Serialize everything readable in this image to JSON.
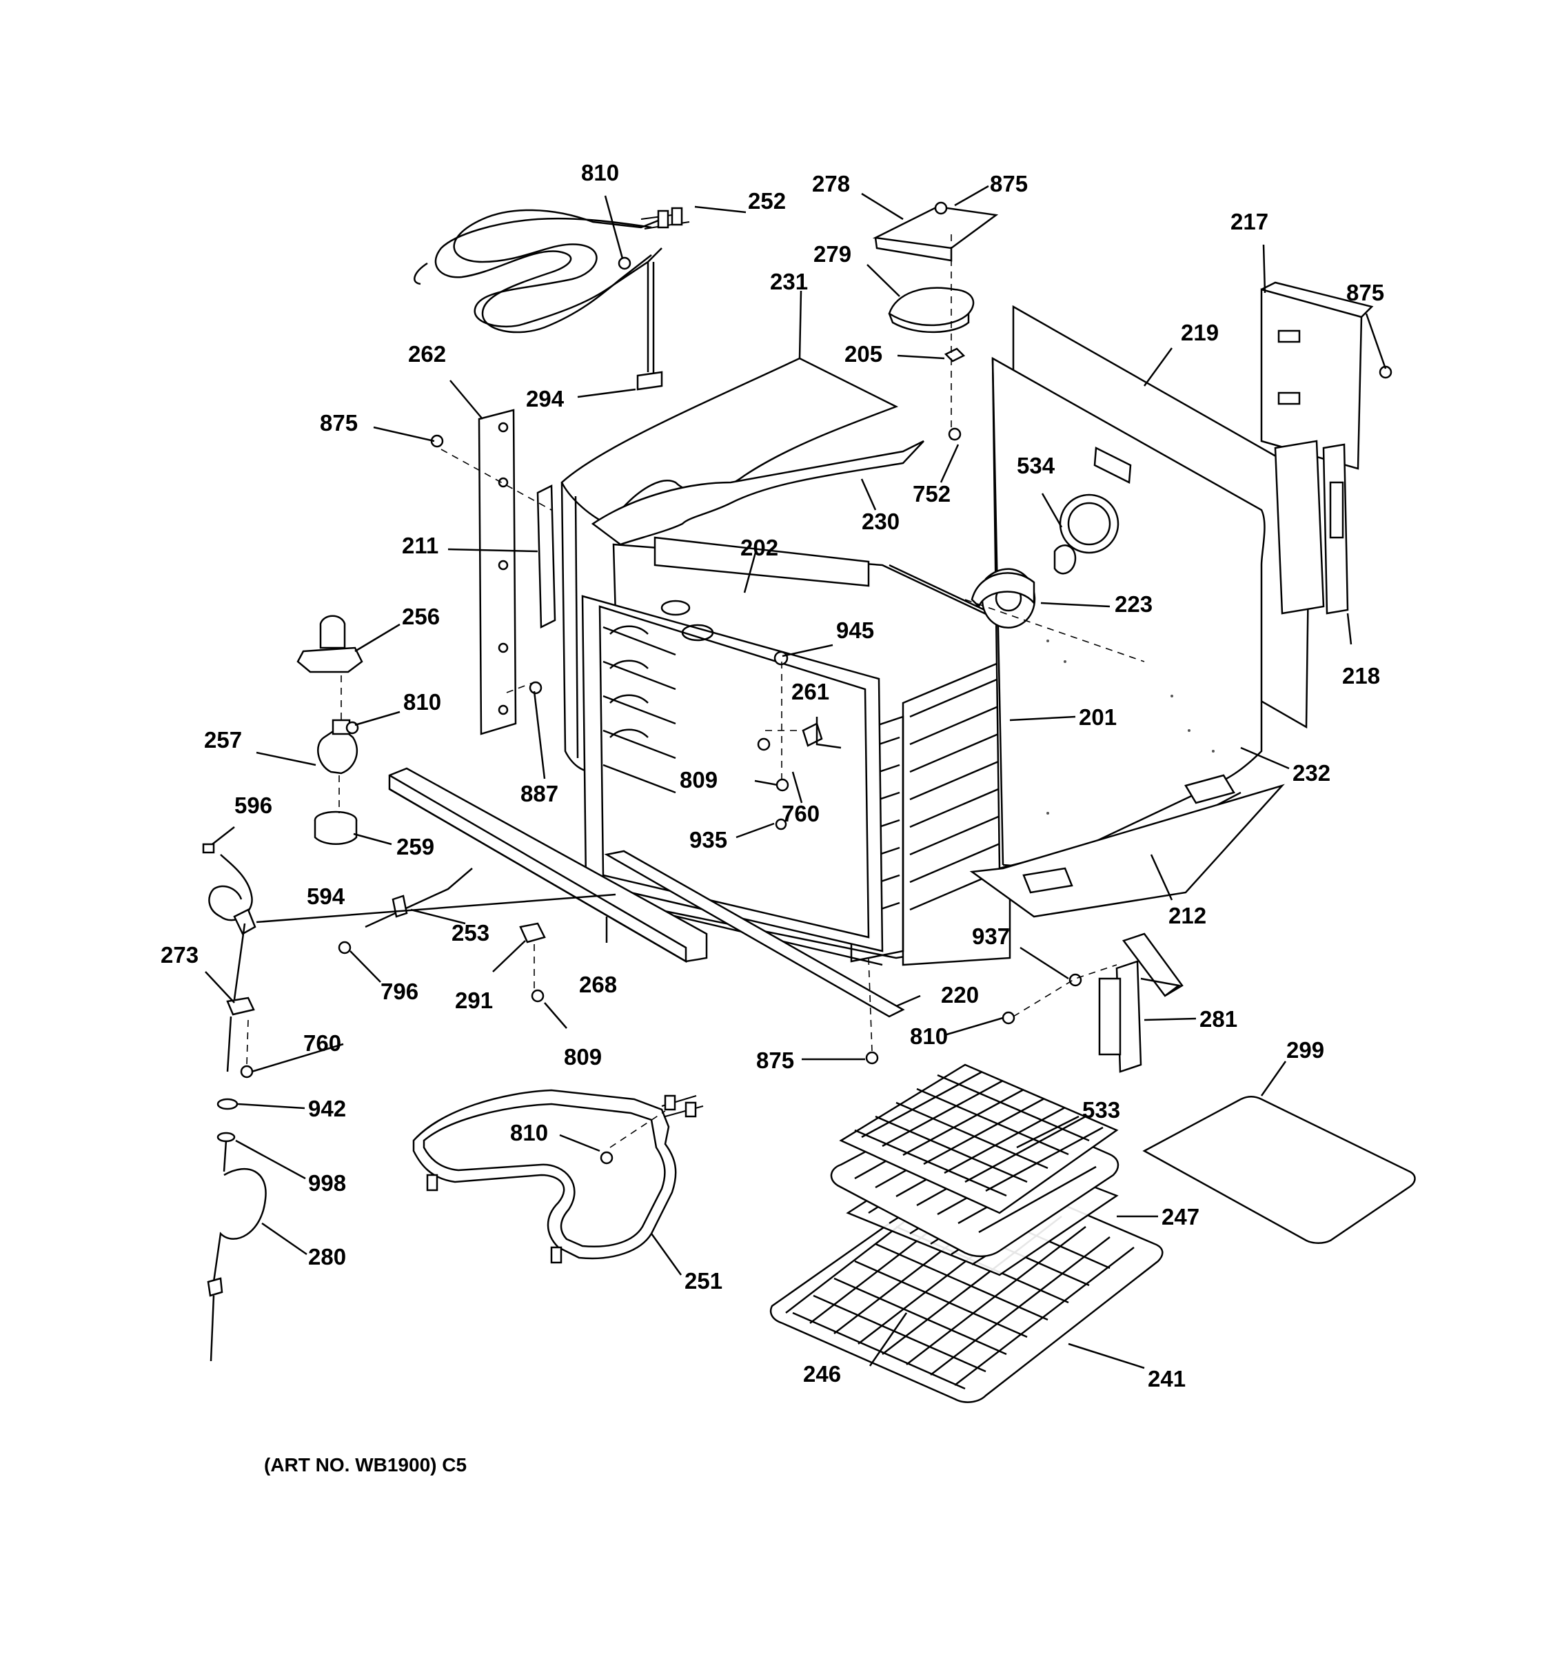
{
  "diagram": {
    "caption": "(ART NO. WB1900) C5",
    "callouts": {
      "c810_top": "810",
      "c252": "252",
      "c278": "278",
      "c875_top": "875",
      "c217": "217",
      "c279": "279",
      "c231": "231",
      "c875_right": "875",
      "c262": "262",
      "c205": "205",
      "c219": "219",
      "c294": "294",
      "c875_left": "875",
      "c752": "752",
      "c534": "534",
      "c230": "230",
      "c211": "211",
      "c202": "202",
      "c256": "256",
      "c945": "945",
      "c223": "223",
      "c218": "218",
      "c810_mid": "810",
      "c261": "261",
      "c201": "201",
      "c257": "257",
      "c232": "232",
      "c809_mid": "809",
      "c887": "887",
      "c760_mid": "760",
      "c596": "596",
      "c259": "259",
      "c935": "935",
      "c212": "212",
      "c594": "594",
      "c253": "253",
      "c937": "937",
      "c273": "273",
      "c796": "796",
      "c291": "291",
      "c268": "268",
      "c220": "220",
      "c281": "281",
      "c760_low": "760",
      "c809_low": "809",
      "c299": "299",
      "c875_bottom": "875",
      "c810_low": "810",
      "c942": "942",
      "c533": "533",
      "c810_bake": "810",
      "c998": "998",
      "c247": "247",
      "c280": "280",
      "c251": "251",
      "c246": "246",
      "c241": "241"
    }
  }
}
